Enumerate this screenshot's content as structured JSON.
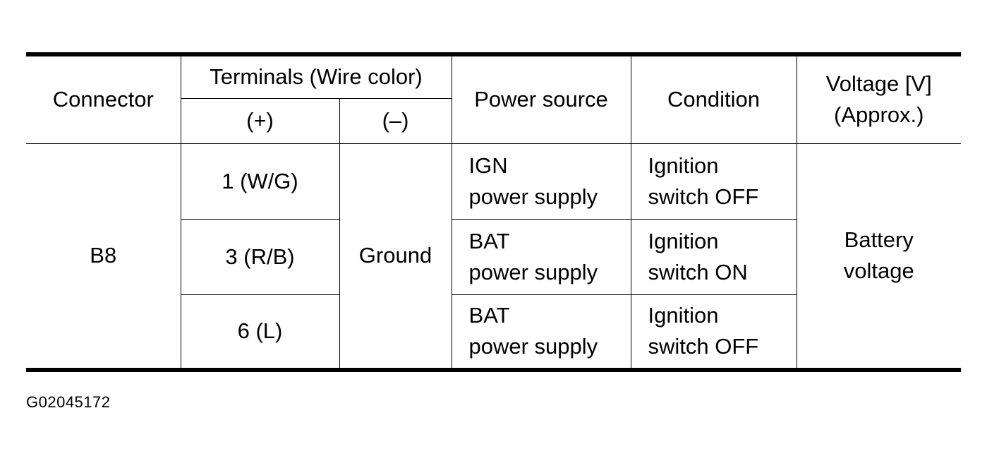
{
  "header": {
    "connector": "Connector",
    "terminals": "Terminals (Wire color)",
    "plus": "(+)",
    "minus": "(–)",
    "power_source": "Power source",
    "condition": "Condition",
    "voltage_line1": "Voltage [V]",
    "voltage_line2": "(Approx.)"
  },
  "body": {
    "connector": "B8",
    "ground": "Ground",
    "voltage_line1": "Battery",
    "voltage_line2": "voltage",
    "rows": [
      {
        "terminal": "1 (W/G)",
        "power_line1": "IGN",
        "power_line2": "power supply",
        "condition_line1": "Ignition",
        "condition_line2": "switch OFF"
      },
      {
        "terminal": "3 (R/B)",
        "power_line1": "BAT",
        "power_line2": "power supply",
        "condition_line1": "Ignition",
        "condition_line2": "switch ON"
      },
      {
        "terminal": "6 (L)",
        "power_line1": "BAT",
        "power_line2": "power supply",
        "condition_line1": "Ignition",
        "condition_line2": "switch OFF"
      }
    ]
  },
  "footer": {
    "reference_code": "G02045172"
  }
}
